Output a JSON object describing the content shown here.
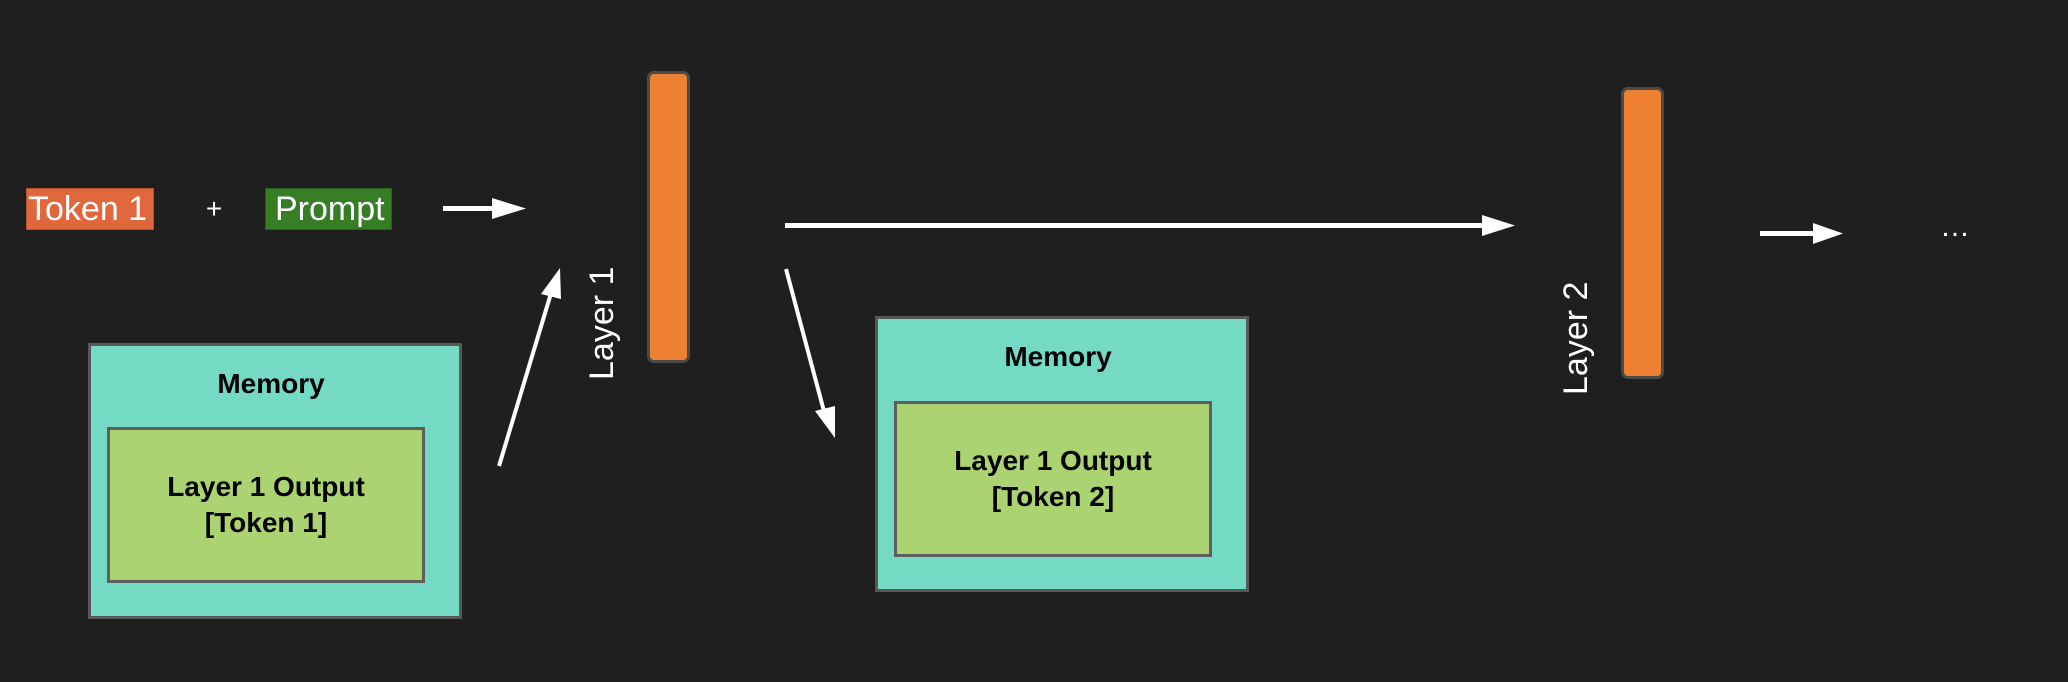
{
  "diagram": {
    "input": {
      "token_label": "Token 1",
      "plus_label": "+",
      "prompt_label": "Prompt"
    },
    "layers": [
      {
        "label": "Layer 1"
      },
      {
        "label": "Layer 2"
      }
    ],
    "memories": [
      {
        "title": "Memory",
        "content_line1": "Layer 1 Output",
        "content_line2": "[Token 1]"
      },
      {
        "title": "Memory",
        "content_line1": "Layer 1 Output",
        "content_line2": "[Token 2]"
      }
    ],
    "continuation": "…",
    "colors": {
      "background": "#201f20",
      "token": "#e0673b",
      "prompt": "#367d25",
      "layer": "#ed8033",
      "memory": "#74dac4",
      "memory_output": "#acd372",
      "arrow": "#ffffff"
    },
    "edges": [
      {
        "from": "input",
        "to": "layer-1"
      },
      {
        "from": "memory-1",
        "to": "layer-1"
      },
      {
        "from": "layer-1",
        "to": "layer-2"
      },
      {
        "from": "layer-1",
        "to": "memory-2"
      },
      {
        "from": "layer-2",
        "to": "continuation"
      }
    ]
  }
}
